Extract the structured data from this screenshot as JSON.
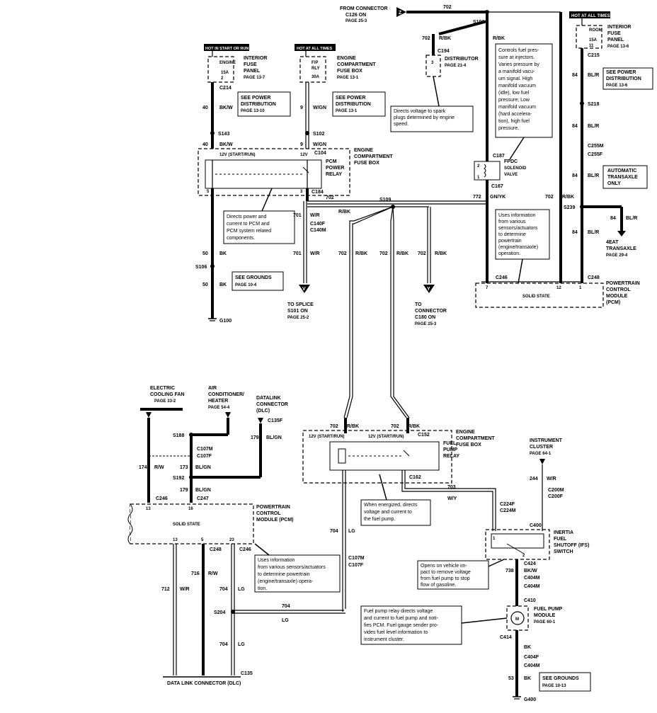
{
  "header": {
    "from_connector": "FROM  CONNECTOR",
    "from_c126": "C126 ON",
    "from_page": "PAGE 25-3",
    "z_marker": "Z"
  },
  "hot_labels": {
    "hot_start_run": "HOT IN START OR RUN",
    "hot_all_times_1": "HOT AT ALL TIMES",
    "hot_all_times_2": "HOT AT ALL TIMES"
  },
  "fuses": {
    "engine_fuse_name": "ENGINE",
    "engine_fuse_amp": "15A",
    "engine_fuse_num": "2",
    "interior_panel_1": [
      "INTERIOR",
      "FUSE",
      "PANEL",
      "PAGE 13-7"
    ],
    "fp_fuse_name": "F/P",
    "fp_fuse_relay": "RLY",
    "fp_fuse_amp": "30A",
    "engine_comp_box_1": [
      "ENGINE",
      "COMPARTMENT",
      "FUSE BOX",
      "PAGE 13-1"
    ],
    "room_fuse_name": "ROOM",
    "room_fuse_amp": "15A",
    "room_fuse_num": "11",
    "interior_panel_2": [
      "INTERIOR",
      "FUSE",
      "PANEL",
      "PAGE 13-6"
    ]
  },
  "connectors": {
    "c214": "C214",
    "c215": "C215",
    "c194": "C194",
    "c104": "C104",
    "c184": "C184",
    "c187": "C187",
    "c167": "C167",
    "c255m": "C255M",
    "c255f": "C255F",
    "c140f": "C140F",
    "c140m": "C140M",
    "c246_top": "C246",
    "c248_top": "C248",
    "c135f": "C135F",
    "c107m": "C107M",
    "c107f": "C107F",
    "c246_l": "C246",
    "c247": "C247",
    "c152": "C152",
    "c162": "C162",
    "c224f": "C224F",
    "c224m": "C224M",
    "c200m": "C200M",
    "c200f": "C200F",
    "c400": "C400",
    "c248_b": "C248",
    "c246_b": "C246",
    "c107m_b": "C107M",
    "c107f_b": "C107F",
    "c424": "C424",
    "c404m": "C404M",
    "c404m2": "C404M",
    "c410": "C410",
    "c414": "C414",
    "c404f": "C404F",
    "c404m3": "C404M",
    "c135": "C135"
  },
  "splices": {
    "s190": "S190",
    "s143": "S143",
    "s102": "S102",
    "s106": "S106",
    "g100": "G100",
    "s218": "S218",
    "s239": "S239",
    "s109": "S109",
    "s188": "S188",
    "s192": "S192",
    "s204": "S204",
    "g400": "G400"
  },
  "wires": {
    "w702_top": "702",
    "w702_a": "702",
    "w_rbk_a": "R/BK",
    "w_rbk_top": "R/BK",
    "w40_a": "40",
    "w_bkw_a": "BK/W",
    "w9_a": "9",
    "w_wgn_a": "W/GN",
    "w40_b": "40",
    "w_bkw_b": "BK/W",
    "w9_b": "9",
    "w_wgn_b": "W/GN",
    "w84_a": "84",
    "w_blr_a": "BL/R",
    "w84_b": "84",
    "w_blr_b": "BL/R",
    "w84_c": "84",
    "w_blr_c": "BL/R",
    "w84_d": "84",
    "w_blr_d": "BL/R",
    "w772": "772",
    "w_gnyk": "GN/YK",
    "w702_r": "702",
    "w_rbk_r": "R/BK",
    "w702_m": "702",
    "w_rbk_m": "R/BK",
    "w701_a": "701",
    "w_wr_a": "W/R",
    "w701_b": "701",
    "w_wr_b": "W/R",
    "w50_a": "50",
    "w_bk_a": "BK",
    "w50_b": "50",
    "w_bk_b": "BK",
    "w702_c1": "702",
    "w_rbk_c1": "R/BK",
    "w702_c2": "702",
    "w_rbk_c2": "R/BK",
    "w702_c3": "702",
    "w_rbk_c3": "R/BK",
    "w702_d1": "702",
    "w_rbk_d1": "R/BK",
    "w702_d2": "702",
    "w_rbk_d2": "R/BK",
    "w179": "179",
    "w_blgn": "BL/GN",
    "w174": "174",
    "w_rw": "R/W",
    "w173": "173",
    "w_blgn2": "BL/GN",
    "w179b": "179",
    "w_blgn3": "BL/GN",
    "w703": "703",
    "w_wy": "W/Y",
    "w244": "244",
    "w_wr2": "W/R",
    "w704_a": "704",
    "w_lg_a": "LG",
    "w704_b": "704",
    "w_lg_b": "LG",
    "w704_c": "704",
    "w_lg_c": "LG",
    "w704_d": "704",
    "w_lg_d": "LG",
    "w712": "712",
    "w_wr3": "W/R",
    "w716": "716",
    "w_rw2": "R/W",
    "w738": "738",
    "w_bkw_c": "BK/W",
    "w_bk_c": "BK",
    "w_bk_d": "BK",
    "w53": "53",
    "w_bk_e": "BK"
  },
  "pins": {
    "pin12_relay": "12V (START/RUN)",
    "pin12v": "12V",
    "pin_pcm_5": "5",
    "pin_pcm_3": "3",
    "pin_pcm_7": "7",
    "pin_pcm_12": "12",
    "pin_pcm_1": "1",
    "pin_pcm_16": "16",
    "pin_pcm_13": "13",
    "pin_fp_a": "12V (START/RUN)",
    "pin_fp_b": "12V (START/RUN)",
    "pin_pcm_b13": "13",
    "pin_pcm_b5": "5",
    "pin_pcm_b23": "23",
    "pin_pcm_16b": "16",
    "pin_pcm_13b": "13",
    "sol_2": "2",
    "sol_1": "1",
    "dist_3": "3",
    "ifs_1": "1",
    "ifs_2": "2"
  },
  "components": {
    "distributor": [
      "DISTRIBUTOR",
      "PAGE 21-4"
    ],
    "pcm_power_relay": [
      "PCM",
      "POWER",
      "RELAY"
    ],
    "ecfb_1": [
      "ENGINE",
      "COMPARTMENT",
      "FUSE BOX"
    ],
    "fpdc": [
      "FPDC",
      "SOLENOID",
      "VALVE"
    ],
    "pcm_top": [
      "POWERTRAIN",
      "CONTROL",
      "MODULE",
      "(PCM)"
    ],
    "solid_state": "SOLID STATE",
    "auto_transaxle": [
      "AUTOMATIC",
      "TRANSAXLE",
      "ONLY"
    ],
    "eat4": [
      "4EAT",
      "TRANSAXLE",
      "PAGE 29-4"
    ],
    "see_power_1": [
      "SEE  POWER",
      "DISTRIBUTION",
      "PAGE 13-10"
    ],
    "see_power_2": [
      "SEE  POWER",
      "DISTRIBUTION",
      "PAGE 13-1"
    ],
    "see_power_3": [
      "SEE  POWER",
      "DISTRIBUTION",
      "PAGE 13-6"
    ],
    "see_grounds_1": [
      "SEE  GROUNDS",
      "PAGE 10-4"
    ],
    "see_grounds_2": [
      "SEE  GROUNDS",
      "PAGE 10-13"
    ],
    "to_splice": [
      "TO SPLICE",
      "S101 ON",
      "PAGE 25-2"
    ],
    "to_connector": [
      "TO",
      "CONNECTOR",
      "C180 ON",
      "PAGE 25-3"
    ],
    "v_marker": "V",
    "y_marker": "Y",
    "electric_fan": [
      "ELECTRIC",
      "COOLING FAN",
      "PAGE 33-2"
    ],
    "ac_heater": [
      "AIR",
      "CONDITIONER/",
      "HEATER",
      "PAGE 54-4"
    ],
    "dlc_top": [
      "DATALINK",
      "CONNECTOR",
      "(DLC)"
    ],
    "pcm_left": [
      "POWERTRAIN",
      "CONTROL",
      "MODULE (PCM)"
    ],
    "solid_state_2": "SOLID STATE",
    "ecfb_2": [
      "ENGINE",
      "COMPARTMENT",
      "FUSE BOX"
    ],
    "fuel_pump_relay": [
      "FUEL",
      "PUMP",
      "RELAY"
    ],
    "instrument_cluster": [
      "INSTRUMENT",
      "CLUSTER",
      "PAGE 64-1"
    ],
    "ifs_switch": [
      "INERTIA",
      "FUEL",
      "SHUTOFF (IFS)",
      "SWITCH"
    ],
    "fuel_pump_module": [
      "FUEL PUMP",
      "MODULE",
      "PAGE 60-1"
    ],
    "motor_symbol": "M",
    "dlc_bottom": "DATA LINK CONNECTOR (DLC)"
  },
  "notes": {
    "fuel_pressure": [
      "Controls fuel pres-",
      "sure at injectors.",
      "Varies pressure by",
      "a manifold vacu-",
      "um signal. High",
      "manifold vacuum",
      "(idle), low fuel",
      "pressure; Low",
      "manifold vacuum",
      "(hard accelera-",
      "tion), high fuel",
      "pressure."
    ],
    "spark": [
      "Directs voltage to spark",
      "plugs determined by engine",
      "speed."
    ],
    "pcm_power": [
      "Directs power and",
      "current to PCM and",
      "PCM system related",
      "components."
    ],
    "uses_info_top": [
      "Uses information",
      "from various",
      "sensors/actuators",
      "to determine",
      "powertrain",
      "(engine/transaxle)",
      "operation."
    ],
    "uses_info_left": [
      "Uses information",
      "from various sensors/actuators",
      "to determine powertrain",
      "(engine/transaxle)  opera-",
      "tion."
    ],
    "energized": [
      "When energized, directs",
      "voltage and current to",
      "the fuel pump."
    ],
    "opens": [
      "Opens on vehicle im-",
      "pact to remove voltage",
      "from fuel pump to stop",
      "flow of gasoline."
    ],
    "fp_relay_note": [
      "Fuel pump relay directs voltage",
      "and current to fuel pump and noti-",
      "fies PCM. Fuel gauge sender pro-",
      "vides fuel level information to",
      "instrument cluster."
    ]
  }
}
